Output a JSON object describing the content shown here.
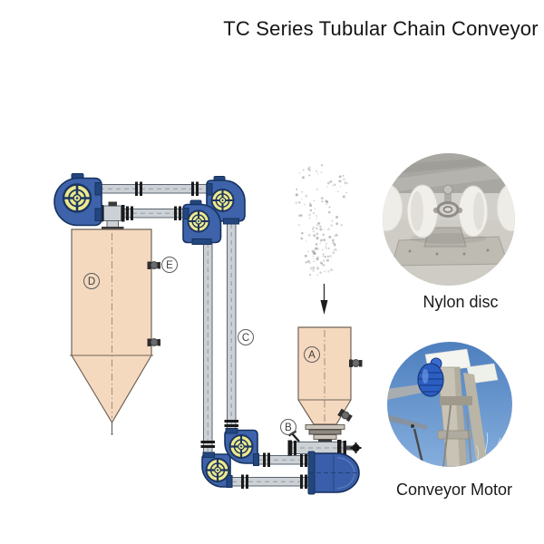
{
  "title": "TC Series Tubular Chain Conveyor",
  "diagram": {
    "labels": {
      "a": "A",
      "b": "B",
      "c": "C",
      "d": "D",
      "e": "E"
    },
    "spray": {
      "dot_count": 150
    }
  },
  "photos": {
    "nylon": {
      "caption": "Nylon disc"
    },
    "motor": {
      "caption": "Conveyor Motor"
    }
  },
  "colors": {
    "housing_blue": "#3e63ab",
    "housing_dark": "#16325f",
    "plate_navy": "#24467e",
    "wheel_yellow": "#ede98d",
    "wheel_dark": "#1c3560",
    "pipe_fill": "#ccd1d6",
    "pipe_edge": "#5a6470",
    "flange_black": "#1b1b1b",
    "hopper_fill": "#f5d9bf",
    "hopper_edge": "#6f6357",
    "motor_blue": "#3a5ea9",
    "photo_caption": "#1a1a1a",
    "sky_top": "#4d7fbe",
    "sky_bottom": "#85aedd"
  }
}
